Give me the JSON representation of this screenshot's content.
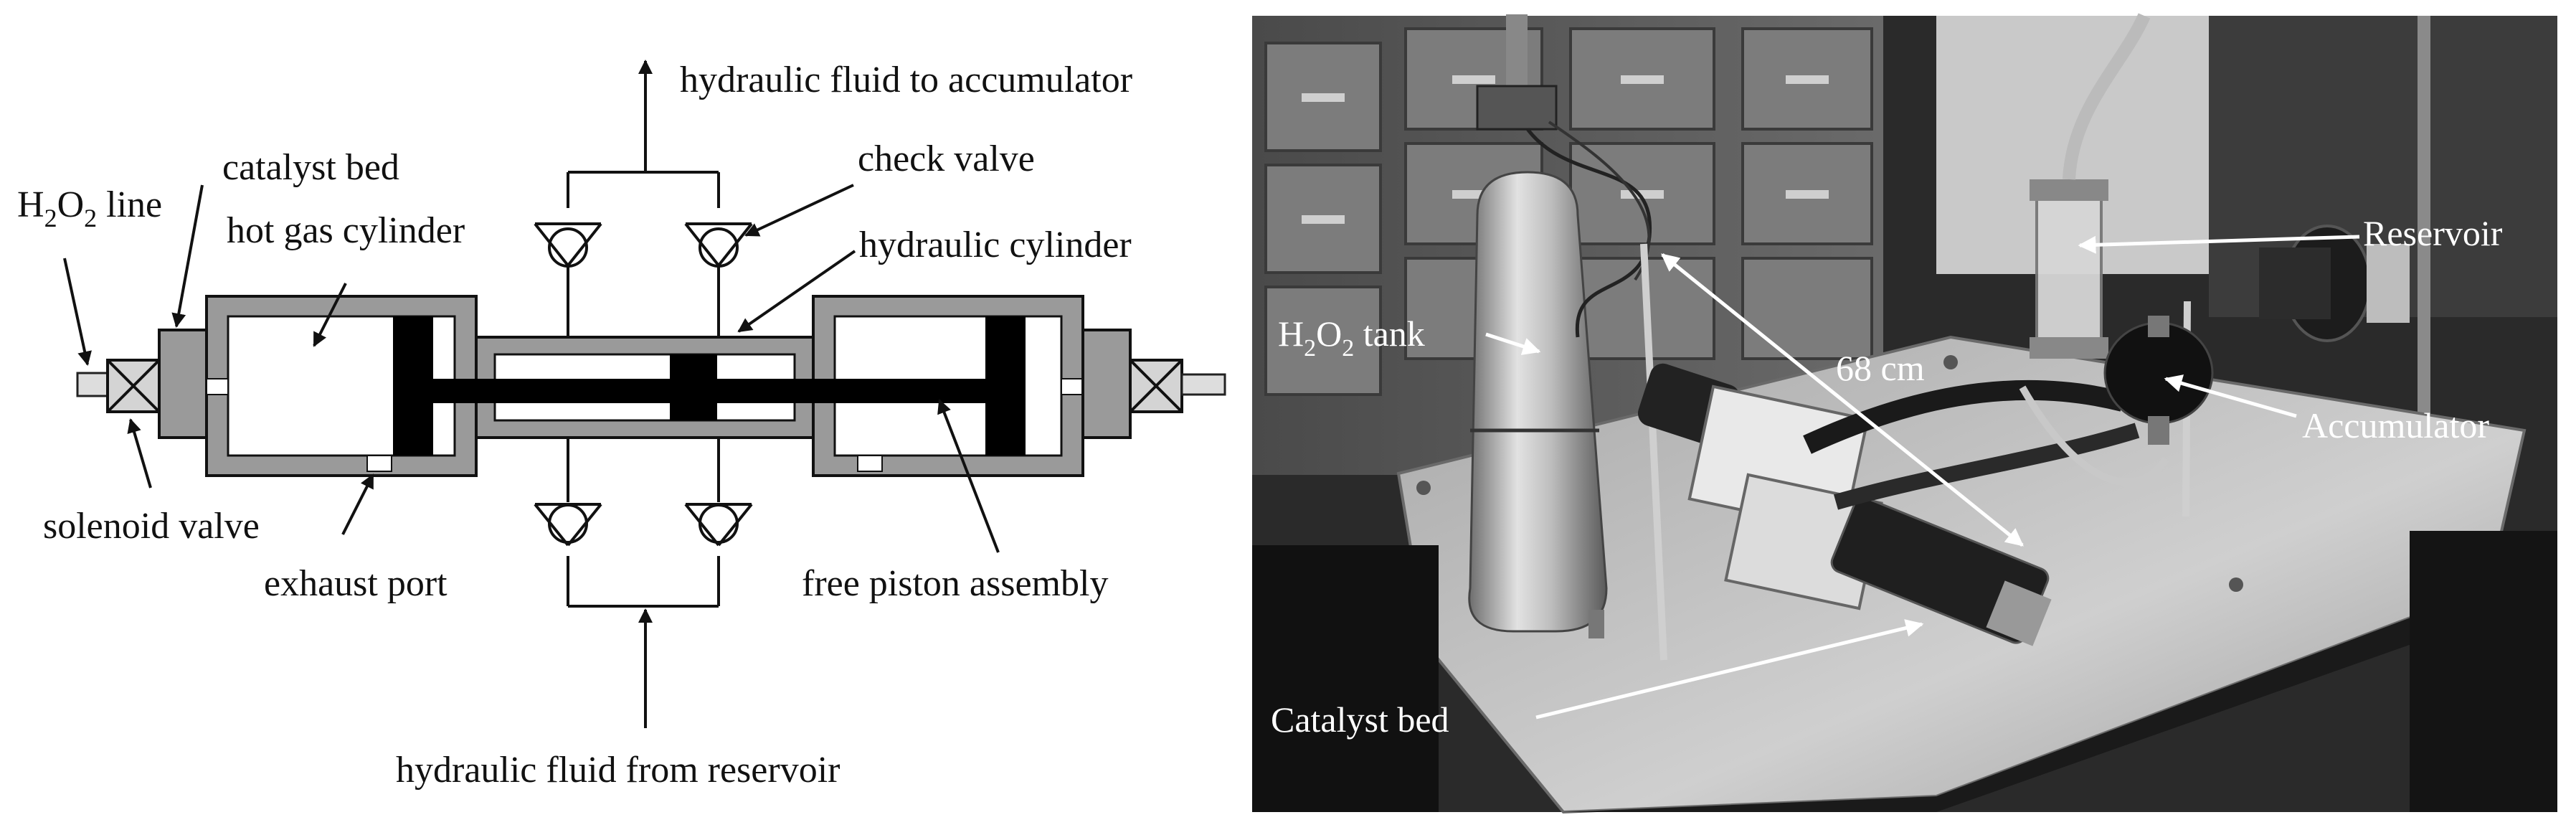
{
  "schematic": {
    "labels": {
      "h2o2_line": {
        "pre": "H",
        "sub1": "2",
        "mid": "O",
        "sub2": "2",
        "post": " line"
      },
      "catalyst_bed": "catalyst bed",
      "hot_gas_cylinder": "hot gas cylinder",
      "solenoid_valve": "solenoid valve",
      "exhaust_port": "exhaust port",
      "fluid_to_accumulator": "hydraulic fluid to accumulator",
      "check_valve": "check valve",
      "hydraulic_cylinder": "hydraulic cylinder",
      "free_piston_assembly": "free piston assembly",
      "fluid_from_reservoir": "hydraulic fluid from reservoir"
    }
  },
  "photo": {
    "labels": {
      "h2o2_tank": {
        "pre": "H",
        "sub1": "2",
        "mid": "O",
        "sub2": "2",
        "post": " tank"
      },
      "length": "68 cm",
      "reservoir": "Reservoir",
      "accumulator": "Accumulator",
      "catalyst_bed": "Catalyst bed"
    }
  },
  "colors": {
    "wall_gray": "#9a9a9a",
    "piston_black": "#000000",
    "photo_dark": "#1a1a1a",
    "annotation_white": "#ffffff"
  }
}
